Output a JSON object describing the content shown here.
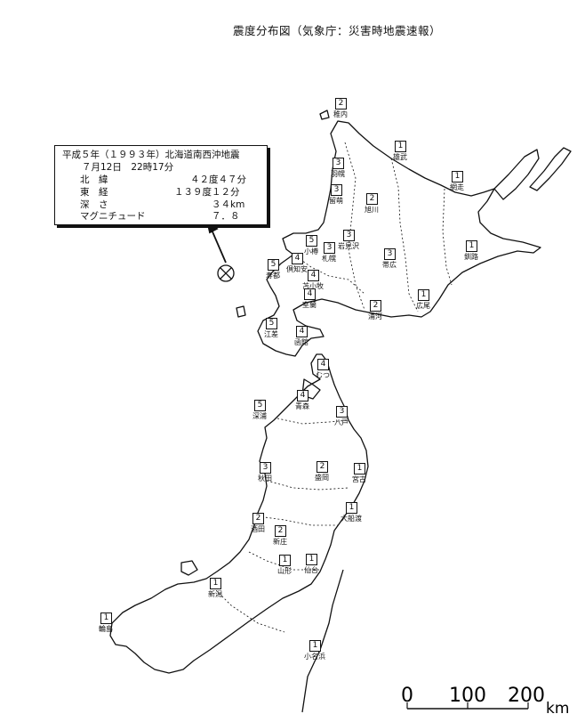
{
  "title": "震度分布図（気象庁：災害時地震速報）",
  "event": {
    "name": "平成５年（１９９３年）北海道南西沖地震",
    "datetime": "７月12日　22時17分",
    "lat_label": "北　緯",
    "lat_value": "４２度４７分",
    "lon_label": "東　経",
    "lon_value": "１３９度１２分",
    "depth_label": "深　さ",
    "depth_value": "３４km",
    "mag_label": "マグニチュード",
    "mag_value": "７．８"
  },
  "scale": {
    "ticks": [
      "0",
      "100",
      "200"
    ],
    "unit": "km"
  },
  "stations": [
    {
      "name": "稚内",
      "intensity": "2"
    },
    {
      "name": "雄武",
      "intensity": "1"
    },
    {
      "name": "羽幌",
      "intensity": "3"
    },
    {
      "name": "網走",
      "intensity": "1"
    },
    {
      "name": "留萌",
      "intensity": "3"
    },
    {
      "name": "旭川",
      "intensity": "2"
    },
    {
      "name": "釧路",
      "intensity": "1"
    },
    {
      "name": "岩見沢",
      "intensity": "3"
    },
    {
      "name": "小樽",
      "intensity": "5"
    },
    {
      "name": "札幌",
      "intensity": "3"
    },
    {
      "name": "帯広",
      "intensity": "3"
    },
    {
      "name": "倶知安",
      "intensity": "4"
    },
    {
      "name": "寿都",
      "intensity": "5"
    },
    {
      "name": "苫小牧",
      "intensity": "4"
    },
    {
      "name": "室蘭",
      "intensity": "4"
    },
    {
      "name": "広尾",
      "intensity": "1"
    },
    {
      "name": "浦河",
      "intensity": "2"
    },
    {
      "name": "江差",
      "intensity": "5"
    },
    {
      "name": "函館",
      "intensity": "4"
    },
    {
      "name": "むつ",
      "intensity": "4"
    },
    {
      "name": "深浦",
      "intensity": "5"
    },
    {
      "name": "青森",
      "intensity": "4"
    },
    {
      "name": "八戸",
      "intensity": "3"
    },
    {
      "name": "秋田",
      "intensity": "3"
    },
    {
      "name": "盛岡",
      "intensity": "2"
    },
    {
      "name": "宮古",
      "intensity": "1"
    },
    {
      "name": "大船渡",
      "intensity": "1"
    },
    {
      "name": "酒田",
      "intensity": "2"
    },
    {
      "name": "新庄",
      "intensity": "2"
    },
    {
      "name": "山形",
      "intensity": "1"
    },
    {
      "name": "仙台",
      "intensity": "1"
    },
    {
      "name": "新潟",
      "intensity": "1"
    },
    {
      "name": "輪島",
      "intensity": "1"
    },
    {
      "name": "小名浜",
      "intensity": "1"
    }
  ]
}
